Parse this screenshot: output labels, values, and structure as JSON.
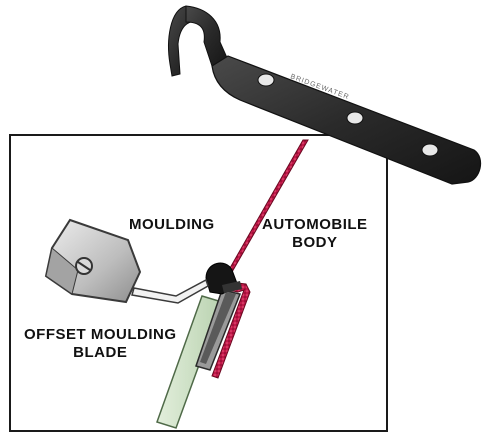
{
  "labels": {
    "moulding": "MOULDING",
    "automobile_line1": "AUTOMOBILE",
    "automobile_line2": "BODY",
    "blade_line1": "OFFSET MOULDING",
    "blade_line2": "BLADE"
  },
  "tool_engraving": "BRIDGEWATER",
  "colors": {
    "panel_border": "#1a1a1a",
    "body_edge": "#b0103a",
    "tool_metal": "#2b2b2b",
    "glass": "#cfe3c8",
    "handle": "#c9c9c9"
  }
}
